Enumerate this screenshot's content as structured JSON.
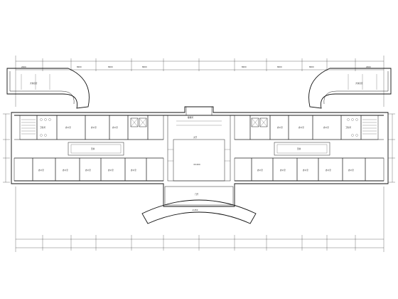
{
  "drawing": {
    "dimension_labels": [
      "2000",
      "8000",
      "8000",
      "8000",
      "8000",
      "8000",
      "8000",
      "2000"
    ],
    "room_labels": {
      "pavilion_left": "大休息室",
      "pavilion_right": "大休息室",
      "entrance": "门厅",
      "lobby": "大厅",
      "courtyard_left": "天井",
      "courtyard_right": "天井",
      "office": "办公室",
      "toilet": "卫生间",
      "stair": "楼梯间"
    },
    "elevation_labels": [
      "±0.000",
      "-0.450"
    ]
  }
}
